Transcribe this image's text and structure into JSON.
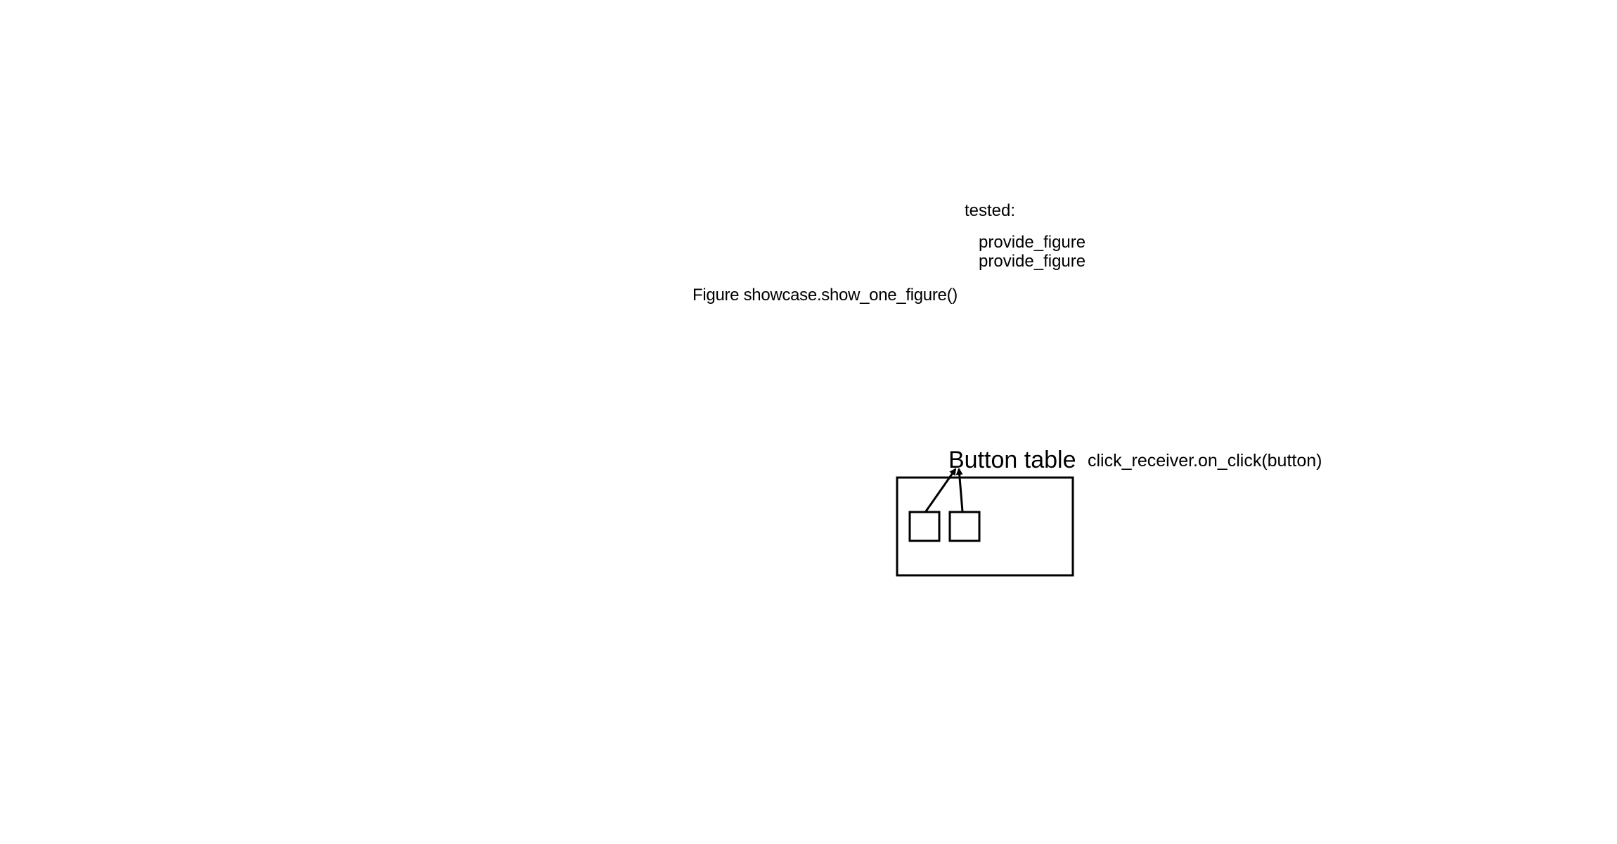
{
  "annotations": {
    "tested_label": "tested:",
    "provided_items": [
      "provide_figure",
      "provide_figure"
    ],
    "figure_call": "Figure showcase.show_one_figure()"
  },
  "button_table": {
    "title": "Button table",
    "callback": "click_receiver.on_click(button)",
    "buttons": [
      "button",
      "button"
    ]
  }
}
